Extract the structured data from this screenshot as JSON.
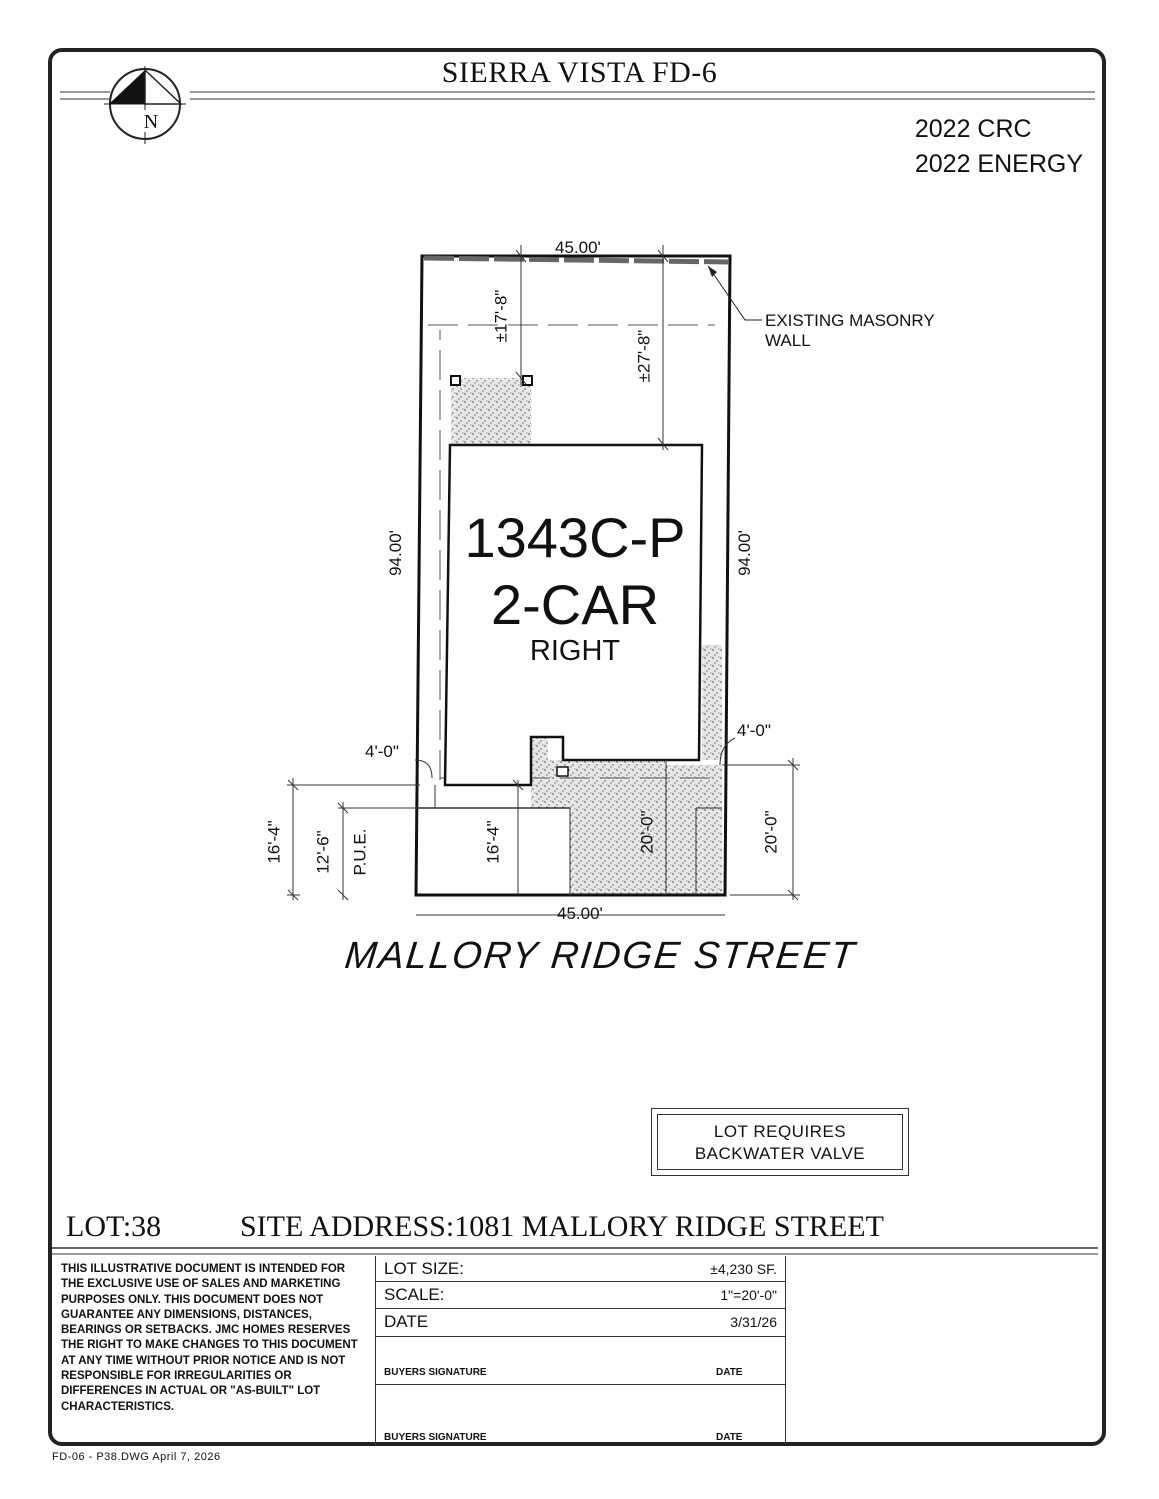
{
  "title": "SIERRA VISTA  FD-6",
  "compass_letter": "N",
  "codes": [
    "2022 CRC",
    "2022 ENERGY"
  ],
  "plan": {
    "dim_top": "45.00'",
    "dim_bottom": "45.00'",
    "dim_left": "94.00'",
    "dim_right": "94.00'",
    "dim_rear_17": "±17'-8\"",
    "dim_rear_27": "±27'-8\"",
    "dim_setback_left": "4'-0\"",
    "dim_setback_right": "4'-0\"",
    "dim_front_16_outer": "16'-4\"",
    "dim_pue_12": "12'-6\"",
    "pue_label": "P.U.E.",
    "dim_front_16_inner": "16'-4\"",
    "dim_driveway_20": "20'-0\"",
    "dim_front_20_outer": "20'-0\"",
    "wall_note_line1": "EXISTING MASONRY",
    "wall_note_line2": "WALL",
    "plan_name": "1343C-P",
    "garage": "2-CAR",
    "orientation": "RIGHT"
  },
  "street": "MALLORY RIDGE STREET",
  "note": {
    "line1": "LOT REQUIRES",
    "line2": "BACKWATER VALVE"
  },
  "lot": "LOT:38",
  "site_address": "SITE ADDRESS:1081 MALLORY RIDGE STREET",
  "disclaimer": "THIS ILLUSTRATIVE DOCUMENT IS INTENDED FOR THE EXCLUSIVE USE OF SALES AND MARKETING PURPOSES ONLY. THIS DOCUMENT DOES NOT GUARANTEE ANY DIMENSIONS, DISTANCES, BEARINGS OR SETBACKS. JMC HOMES RESERVES THE RIGHT TO MAKE CHANGES TO THIS DOCUMENT AT ANY TIME WITHOUT PRIOR NOTICE AND IS NOT RESPONSIBLE FOR IRREGULARITIES OR DIFFERENCES IN ACTUAL OR \"AS-BUILT\" LOT CHARACTERISTICS.",
  "info": {
    "lot_size_label": "LOT SIZE:",
    "lot_size_value": "±4,230  SF.",
    "scale_label": "SCALE:",
    "scale_value": "1\"=20'-0\"",
    "date_label": "DATE",
    "date_value": "3/31/26",
    "buyers_signature": "BUYERS SIGNATURE",
    "date_caption": "DATE"
  },
  "footer": "FD-06 - P38.DWG April 7, 2026"
}
